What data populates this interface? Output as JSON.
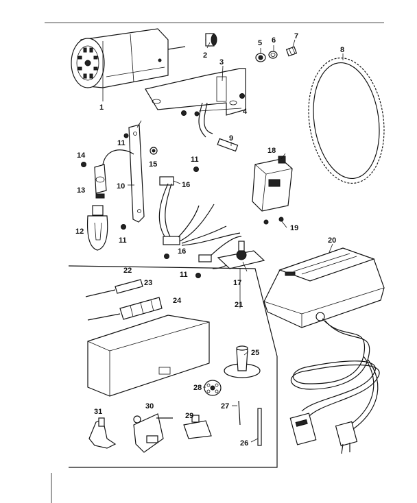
{
  "diagram": {
    "callouts": {
      "c1": "1",
      "c2": "2",
      "c3": "3",
      "c4": "4",
      "c5": "5",
      "c6": "6",
      "c7": "7",
      "c8": "8",
      "c9": "9",
      "c10": "10",
      "c11a": "11",
      "c11b": "11",
      "c11c": "11",
      "c11d": "11",
      "c12": "12",
      "c13": "13",
      "c14": "14",
      "c15": "15",
      "c16a": "16",
      "c16b": "16",
      "c17": "17",
      "c18": "18",
      "c19": "19",
      "c20": "20",
      "c21": "21",
      "c22": "22",
      "c23": "23",
      "c24": "24",
      "c25": "25",
      "c26": "26",
      "c27": "27",
      "c28": "28",
      "c29": "29",
      "c30": "30",
      "c31": "31"
    }
  }
}
